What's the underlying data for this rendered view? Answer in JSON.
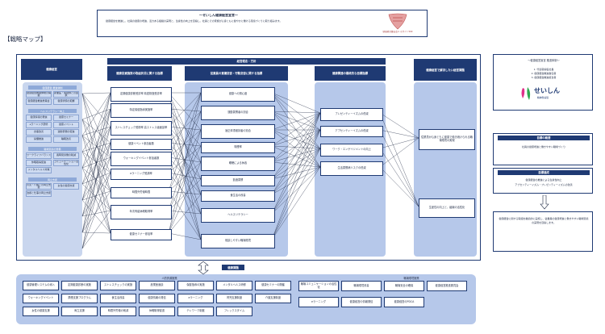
{
  "header": {
    "title": "～せいしん健康経営宣言～",
    "body": "健康経営を推進し、社員の健康の増進、活力ある組織の実現と、生産性の向上を目指し、社員とその家族が心身ともに健やかに働ける環境づくりに取り組みます。",
    "logo_caption": "健康経営優良法人 ホワイト500"
  },
  "page_label": "【戦略マップ】",
  "map": {
    "top_bar": "経営理念・方針",
    "left_header": "健康経営",
    "col_headers": [
      "健康投資施策の取組状況に関する指標",
      "従業員の意識変容・行動変容に関する指標",
      "健康関連の最終的な目標指標",
      "健康経営で解決したい経営課題"
    ],
    "left_panel": {
      "sections": [
        {
          "title": "健康経営 推進体制",
          "items": [
            "健康経営推進体制の構築",
            "産業医・保健師との連携",
            "健康経営推進委員会",
            "健康状態の把握"
          ]
        },
        {
          "title": "ヘルスリテラシー向上",
          "items": [
            "健康情報の発信",
            "健康セミナー",
            "eラーニング研修",
            "健康イベント",
            "食事改善",
            "運動習慣の促進",
            "禁煙推進",
            "睡眠改善"
          ]
        },
        {
          "title": "職場環境の整備",
          "items": [
            "ワークライフバランス",
            "長時間労働の削減",
            "休暇取得促進",
            "コミュニケーション活性化",
            "メンタルヘルス対策"
          ]
        },
        {
          "title": "両立支援",
          "items": [
            "育児・介護との両立支援",
            "女性の健康支援",
            "治療と仕事の両立支援"
          ]
        }
      ]
    },
    "col1": [
      "定期健康診断受診率 精密検査受診率",
      "特定保健指導実施率",
      "ストレスチェック受検率 高ストレス者面談率",
      "健康イベント参加者数",
      "ウォーキングイベント参加者数",
      "eラーニング受講率",
      "時間外労働時間",
      "年次有給休暇取得率",
      "健康セミナー参加率"
    ],
    "col2": [
      "健康への関心度",
      "運動習慣者の割合",
      "適正体重維持者の割合",
      "喫煙率",
      "睡眠による休養",
      "飲酒習慣",
      "食生活の改善",
      "ヘルスリテラシー",
      "相談しやすい職場環境"
    ],
    "col3": [
      "プレゼンティーイズムの低減",
      "アブセンティーイズムの低減",
      "ワーク・エンゲイジメントの向上",
      "生活習慣病リスクの低減"
    ],
    "col4": [
      "従業員が心身ともに健康で働き続けられる職場環境の実現",
      "生産性の向上と、組織の活性化"
    ]
  },
  "right_panel": {
    "box1": {
      "title": "～健康経営宣言 推進体制～",
      "items": [
        "1. 代表取締役社長",
        "2. 健康経営推進責任者",
        "3. 健康経営推進担当者"
      ],
      "logo_text": "せいしん",
      "logo_sub": "精神科病院"
    },
    "box2": {
      "title": "目標の概要",
      "text": "社員の健康増進と働きやすい職場づくり"
    },
    "box3": {
      "title": "目標達成",
      "text": "健康経営の推進による生産性向上",
      "sub": "アブセンティーイズム・プレゼンティーイズムの改善"
    },
    "box4": {
      "text": "健康経営に関する取組を継続的に実施し、従業員の健康増進と働きやすい職場環境の実現を目指します。"
    }
  },
  "bottom": {
    "center_label": "健康課題",
    "panel_left_title": "人的資源施策",
    "panel_right_title": "職場環境施策",
    "left_items": [
      "健康管理システムの導入",
      "定期健康診断の実施",
      "ストレスチェックの実施",
      "産業医面談",
      "保健指導の実施",
      "メンタルヘルス研修",
      "健康セミナーの開催",
      "ウォーキングイベント",
      "禁煙支援プログラム",
      "食生活改善",
      "健康情報の発信",
      "eラーニング",
      "育児支援制度",
      "介護支援制度",
      "女性の健康支援",
      "両立支援",
      "時間外労働の削減",
      "休暇取得促進",
      "テレワーク制度",
      "フレックスタイム"
    ],
    "right_items": [
      "職場コミュニケーションの活性化",
      "職場環境改善",
      "職場安全の確保",
      "健康経営推進委員会",
      "eラーニング",
      "健康経営の情報発信",
      "健康経営のPDCA"
    ]
  },
  "colors": {
    "navy": "#1f3a73",
    "light_blue": "#cfdcf2",
    "lane": "#aac0e6"
  }
}
